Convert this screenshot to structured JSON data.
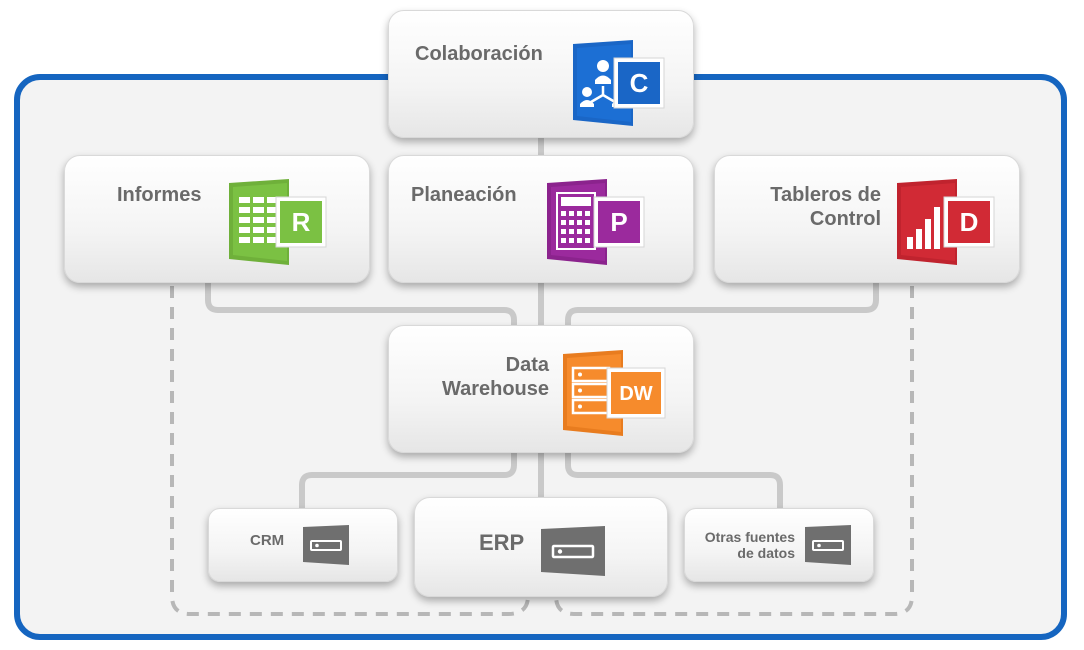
{
  "colors": {
    "frame": "#1565c0",
    "colaboracion": "#1a66c6",
    "informes": "#7bc143",
    "planeacion": "#9b2a9d",
    "tableros": "#d12a35",
    "warehouse": "#f68b2c",
    "source": "#6f6f6f",
    "connector": "#c9c9c9"
  },
  "nodes": {
    "colaboracion": {
      "label": "Colaboración",
      "badge": "C",
      "icon": "network-people-icon"
    },
    "informes": {
      "label": "Informes",
      "badge": "R",
      "icon": "spreadsheet-icon"
    },
    "planeacion": {
      "label": "Planeación",
      "badge": "P",
      "icon": "calculator-icon"
    },
    "tableros": {
      "label_line1": "Tableros de",
      "label_line2": "Control",
      "badge": "D",
      "icon": "bar-chart-icon"
    },
    "warehouse": {
      "label_line1": "Data",
      "label_line2": "Warehouse",
      "badge": "DW",
      "icon": "server-stack-icon"
    },
    "crm": {
      "label": "CRM",
      "icon": "server-icon"
    },
    "erp": {
      "label": "ERP",
      "icon": "server-icon"
    },
    "otras": {
      "label_line1": "Otras fuentes",
      "label_line2": "de datos",
      "icon": "server-icon"
    }
  }
}
